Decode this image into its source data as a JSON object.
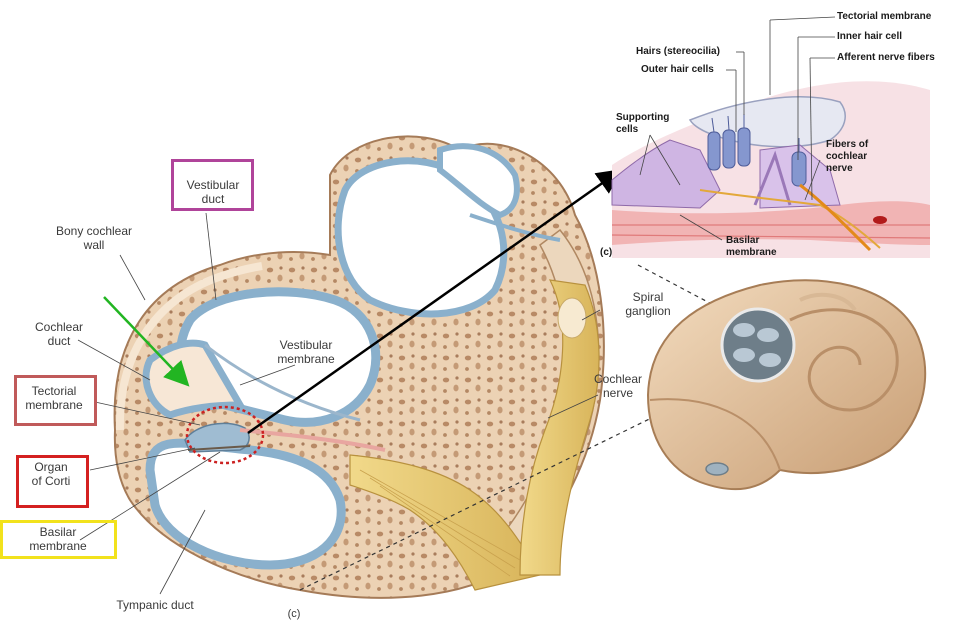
{
  "labels": {
    "vestibular_duct": "Vestibular\nduct",
    "bony_cochlear_wall": "Bony cochlear\nwall",
    "cochlear_duct": "Cochlear\nduct",
    "tectorial_membrane": "Tectorial\nmembrane",
    "organ_of_corti": "Organ\nof Corti",
    "basilar_membrane": "Basilar\nmembrane",
    "tympanic_duct": "Tympanic duct",
    "vestibular_membrane": "Vestibular\nmembrane",
    "spiral_ganglion": "Spiral\nganglion",
    "cochlear_nerve": "Cochlear\nnerve",
    "panel_letter": "(c)"
  },
  "inset_labels": {
    "tectorial_membrane": "Tectorial membrane",
    "inner_hair_cell": "Inner hair cell",
    "afferent_nerve_fibers": "Afferent nerve fibers",
    "hairs": "Hairs (stereocilia)",
    "outer_hair_cells": "Outer hair cells",
    "supporting_cells": "Supporting\ncells",
    "fibers_of_cochlear_nerve": "Fibers of\ncochlear\nnerve",
    "basilar_membrane": "Basilar\nmembrane",
    "panel_letter": "(c)"
  },
  "highlight_colors": {
    "vestibular_duct": "#b0449a",
    "tectorial_membrane": "#c05a5a",
    "organ_of_corti": "#d42020",
    "basilar_membrane": "#f2e21c",
    "arrow_green": "#22b522",
    "arrow_black": "#000000",
    "circle_red": "#cc2222"
  }
}
